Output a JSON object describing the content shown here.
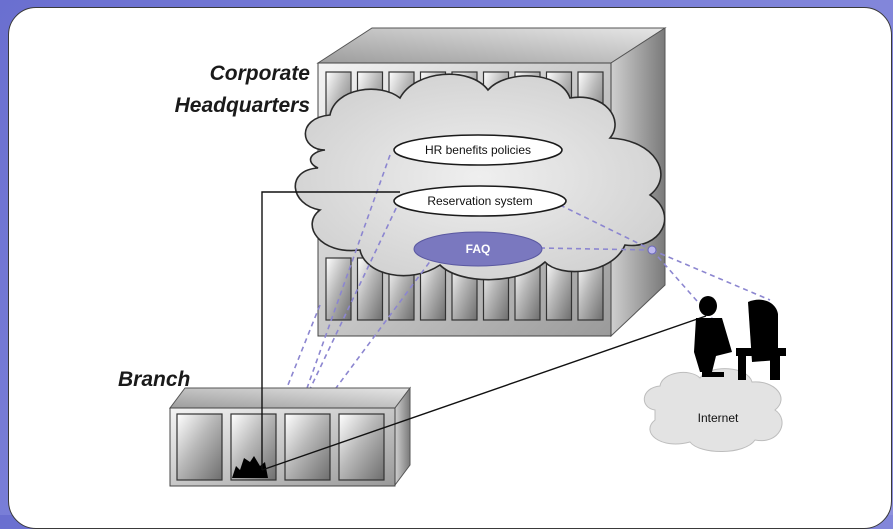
{
  "labels": {
    "hq_line1": "Corporate",
    "hq_line2": "Headquarters",
    "branch": "Branch",
    "hr": "HR benefits policies",
    "reservation": "Reservation system",
    "faq": "FAQ",
    "internet": "Internet"
  },
  "colors": {
    "background": "#7377d6",
    "faq_fill": "#7a78bf",
    "link_dashed": "#8c86d0",
    "cloud_fill": "#e3e3e3"
  }
}
